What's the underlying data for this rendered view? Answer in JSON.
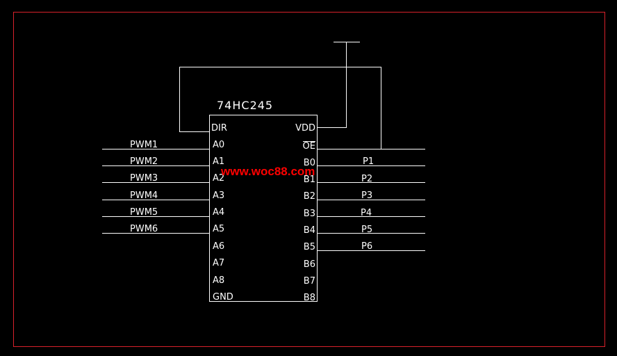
{
  "colors": {
    "background": "#000000",
    "frame": "#d9212b",
    "wire": "#ffffff",
    "watermark": "#ff0000"
  },
  "chip": {
    "name": "74HC245",
    "left_pins": [
      "DIR",
      "A0",
      "A1",
      "A2",
      "A3",
      "A4",
      "A5",
      "A6",
      "A7",
      "A8",
      "GND"
    ],
    "right_pins": [
      "VDD",
      "OE",
      "B0",
      "B1",
      "B2",
      "B3",
      "B4",
      "B5",
      "B6",
      "B7",
      "B8"
    ]
  },
  "inputs": [
    "PWM1",
    "PWM2",
    "PWM3",
    "PWM4",
    "PWM5",
    "PWM6"
  ],
  "outputs": [
    "P1",
    "P2",
    "P3",
    "P4",
    "P5",
    "P6"
  ],
  "watermark": "www.woc88.com"
}
